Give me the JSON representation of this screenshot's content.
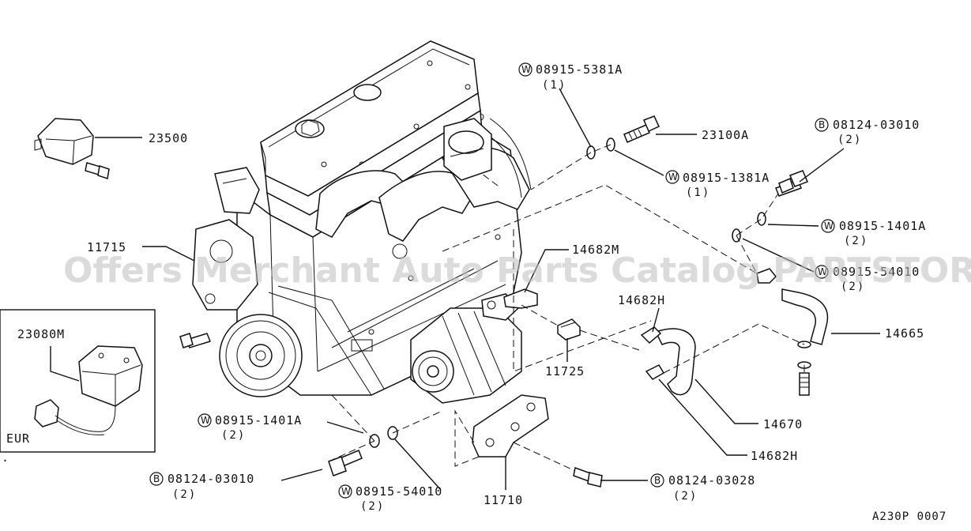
{
  "watermark": "Offers Merchant Auto Parts Catalog PARTSTORE.CA",
  "footer_code": "A230P 0007",
  "inset": {
    "part": "23080M",
    "note": "EUR"
  },
  "symbols": {
    "washer": "W",
    "bolt": "B"
  },
  "callouts": [
    {
      "id": "c23500",
      "number": "23500"
    },
    {
      "id": "c11715",
      "number": "11715"
    },
    {
      "id": "c14682m",
      "number": "14682M"
    },
    {
      "id": "c23100a",
      "number": "23100A"
    },
    {
      "id": "c08915_5381a",
      "number": "08915-5381A",
      "qty": "(1)"
    },
    {
      "id": "c08915_1381a",
      "number": "08915-1381A",
      "qty": "(1)"
    },
    {
      "id": "c08124_03010_top",
      "number": "08124-03010",
      "qty": "(2)"
    },
    {
      "id": "c08915_1401a_top",
      "number": "08915-1401A",
      "qty": "(2)"
    },
    {
      "id": "c08915_54010_top",
      "number": "08915-54010",
      "qty": "(2)"
    },
    {
      "id": "c14682h_top",
      "number": "14682H"
    },
    {
      "id": "c14665",
      "number": "14665"
    },
    {
      "id": "c11725",
      "number": "11725"
    },
    {
      "id": "c14670",
      "number": "14670"
    },
    {
      "id": "c14682h_bot",
      "number": "14682H"
    },
    {
      "id": "c08915_1401a_bot",
      "number": "08915-1401A",
      "qty": "(2)"
    },
    {
      "id": "c08124_03010_bot",
      "number": "08124-03010",
      "qty": "(2)"
    },
    {
      "id": "c08915_54010_bot",
      "number": "08915-54010",
      "qty": "(2)"
    },
    {
      "id": "c11710",
      "number": "11710"
    },
    {
      "id": "c08124_03028",
      "number": "08124-03028",
      "qty": "(2)"
    }
  ]
}
